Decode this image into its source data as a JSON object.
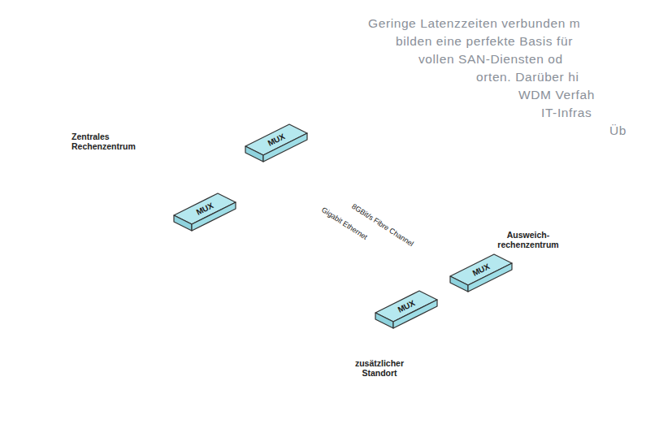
{
  "diagram": {
    "nodes": [
      {
        "text": [
          "Zentrales Rechenzentrum"
        ]
      },
      {
        "text": [
          "MUX"
        ],
        "in": 0
      },
      {
        "text": [
          "MUX"
        ],
        "in": 0
      },
      {
        "text": [
          "Ausweich- rechenzentrum"
        ]
      },
      {
        "text": [
          "MUX"
        ],
        "in": 3
      },
      {
        "text": [
          "zusätzlicher Standort"
        ]
      },
      {
        "text": [
          "MUX"
        ],
        "in": 5
      }
    ],
    "edges": [
      {
        "from": 1,
        "to": 4,
        "arrow": "none"
      },
      {
        "from": 2,
        "to": 6,
        "arrow": "none"
      }
    ],
    "labels": [
      "Geringe Latenzzeiten verbunden m",
      "bilden eine perfekte Basis für",
      "vollen SAN-Diensten od",
      "orten. Darüber hi",
      "WDM Verfah",
      "IT-Infras",
      "Üb",
      "8GBit/s Fibre Channel",
      "Gigabit Ethernet"
    ]
  }
}
